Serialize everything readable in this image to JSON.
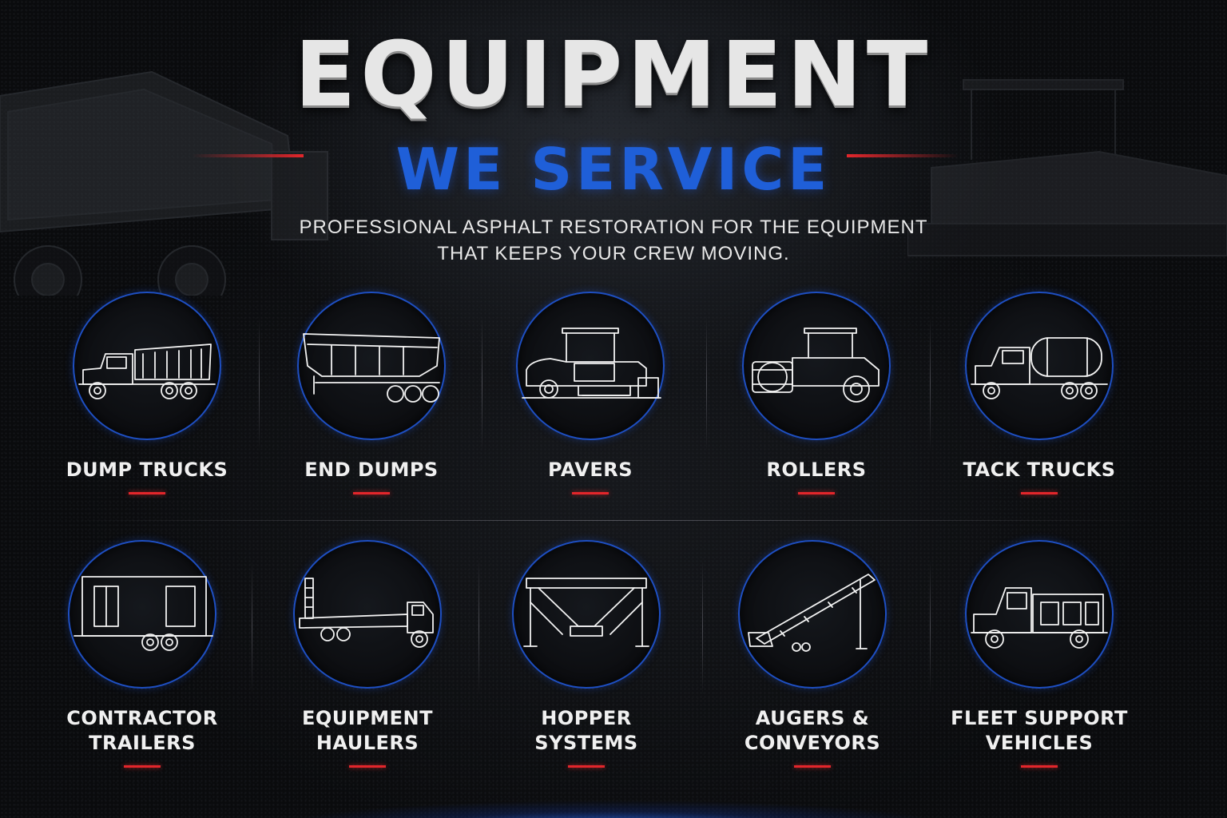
{
  "header": {
    "title_line1": "EQUIPMENT",
    "title_line2": "WE SERVICE",
    "subtitle_line1": "PROFESSIONAL ASPHALT RESTORATION FOR THE EQUIPMENT",
    "subtitle_line2": "THAT KEEPS YOUR CREW MOVING."
  },
  "colors": {
    "accent_blue": "#1f5fd8",
    "accent_red": "#e3262b",
    "background": "#0a0b0e"
  },
  "equipment": [
    {
      "label_lines": [
        "DUMP TRUCKS"
      ],
      "icon": "dump-truck-icon"
    },
    {
      "label_lines": [
        "END DUMPS"
      ],
      "icon": "end-dump-trailer-icon"
    },
    {
      "label_lines": [
        "PAVERS"
      ],
      "icon": "paver-icon"
    },
    {
      "label_lines": [
        "ROLLERS"
      ],
      "icon": "roller-icon"
    },
    {
      "label_lines": [
        "TACK TRUCKS"
      ],
      "icon": "tack-truck-icon"
    },
    {
      "label_lines": [
        "CONTRACTOR",
        "TRAILERS"
      ],
      "icon": "contractor-trailer-icon"
    },
    {
      "label_lines": [
        "EQUIPMENT",
        "HAULERS"
      ],
      "icon": "equipment-hauler-icon"
    },
    {
      "label_lines": [
        "HOPPER",
        "SYSTEMS"
      ],
      "icon": "hopper-system-icon"
    },
    {
      "label_lines": [
        "AUGERS &",
        "CONVEYORS"
      ],
      "icon": "conveyor-icon"
    },
    {
      "label_lines": [
        "FLEET SUPPORT",
        "VEHICLES"
      ],
      "icon": "service-truck-icon"
    }
  ]
}
